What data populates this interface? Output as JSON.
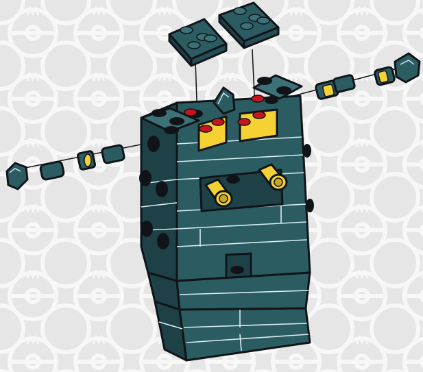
{
  "palette": {
    "teal": "#2b5c62",
    "teal_dark": "#1d4147",
    "teal_light": "#3c7178",
    "yellow": "#f4d233",
    "yellow_dark": "#c9a81f",
    "red": "#c8141d",
    "black": "#101418",
    "bg": "#e9e9e9",
    "bg_pattern": "#f7f7f7"
  },
  "parts": {
    "top_plates": [
      "plate-2x2-left",
      "plate-2x2-right"
    ],
    "arms": [
      "arm-left",
      "arm-right"
    ],
    "eyes": [
      "eye-pin-left",
      "eye-pin-right"
    ],
    "horn": "horn-clip"
  }
}
